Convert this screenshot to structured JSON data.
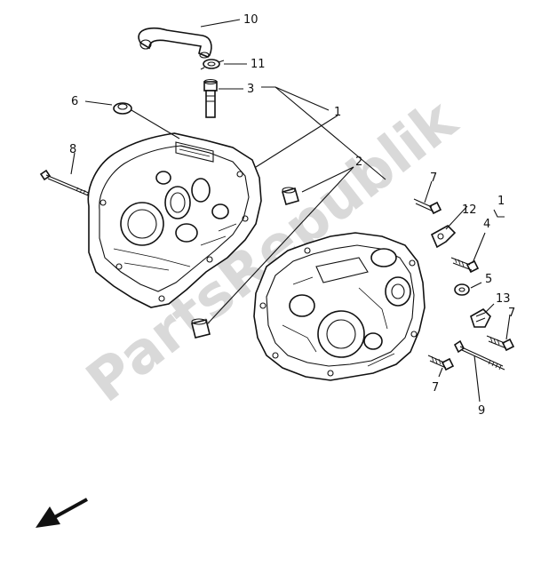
{
  "callouts": {
    "c1a": "1",
    "c1b": "1",
    "c2": "2",
    "c3": "3",
    "c4": "4",
    "c5": "5",
    "c6": "6",
    "c7a": "7",
    "c7b": "7",
    "c7c": "7",
    "c8": "8",
    "c9": "9",
    "c10": "10",
    "c11": "11",
    "c12": "12",
    "c13": "13"
  },
  "watermark": "PartsRepublik",
  "colors": {
    "ink": "#111111",
    "watermark": "#d9d9d9",
    "background": "#ffffff"
  }
}
